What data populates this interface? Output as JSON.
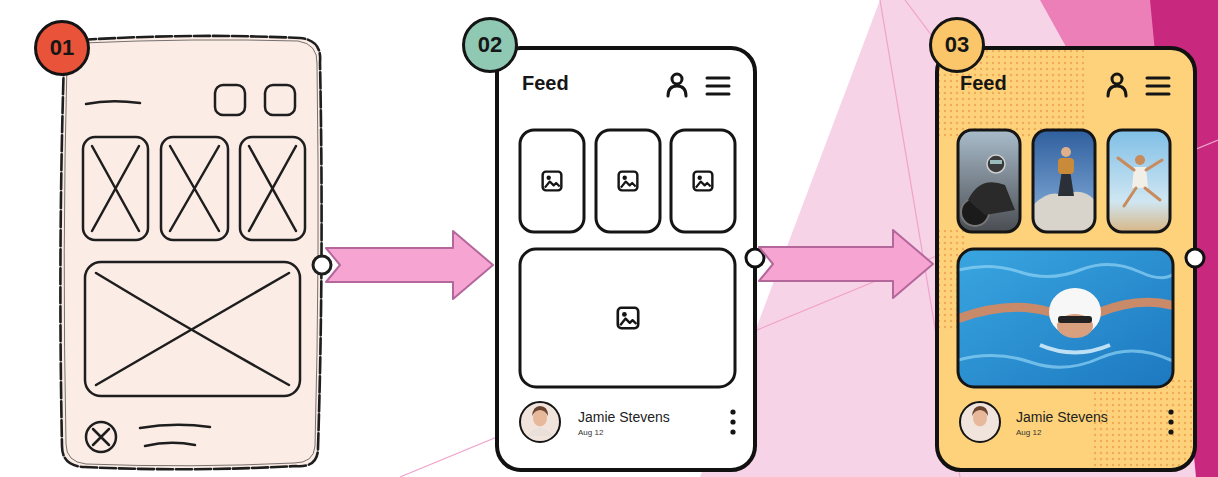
{
  "diagram": {
    "nodes": [
      {
        "text": [
          "01"
        ]
      },
      {
        "text": [
          "02",
          "Feed",
          "Jamie Stevens",
          "Aug 12"
        ]
      },
      {
        "text": [
          "03",
          "Feed",
          "Jamie Stevens",
          "Aug 12"
        ]
      }
    ],
    "edges": [
      {
        "from": 0,
        "to": 1,
        "arrow": "to"
      },
      {
        "from": 1,
        "to": 2,
        "arrow": "to"
      }
    ]
  }
}
